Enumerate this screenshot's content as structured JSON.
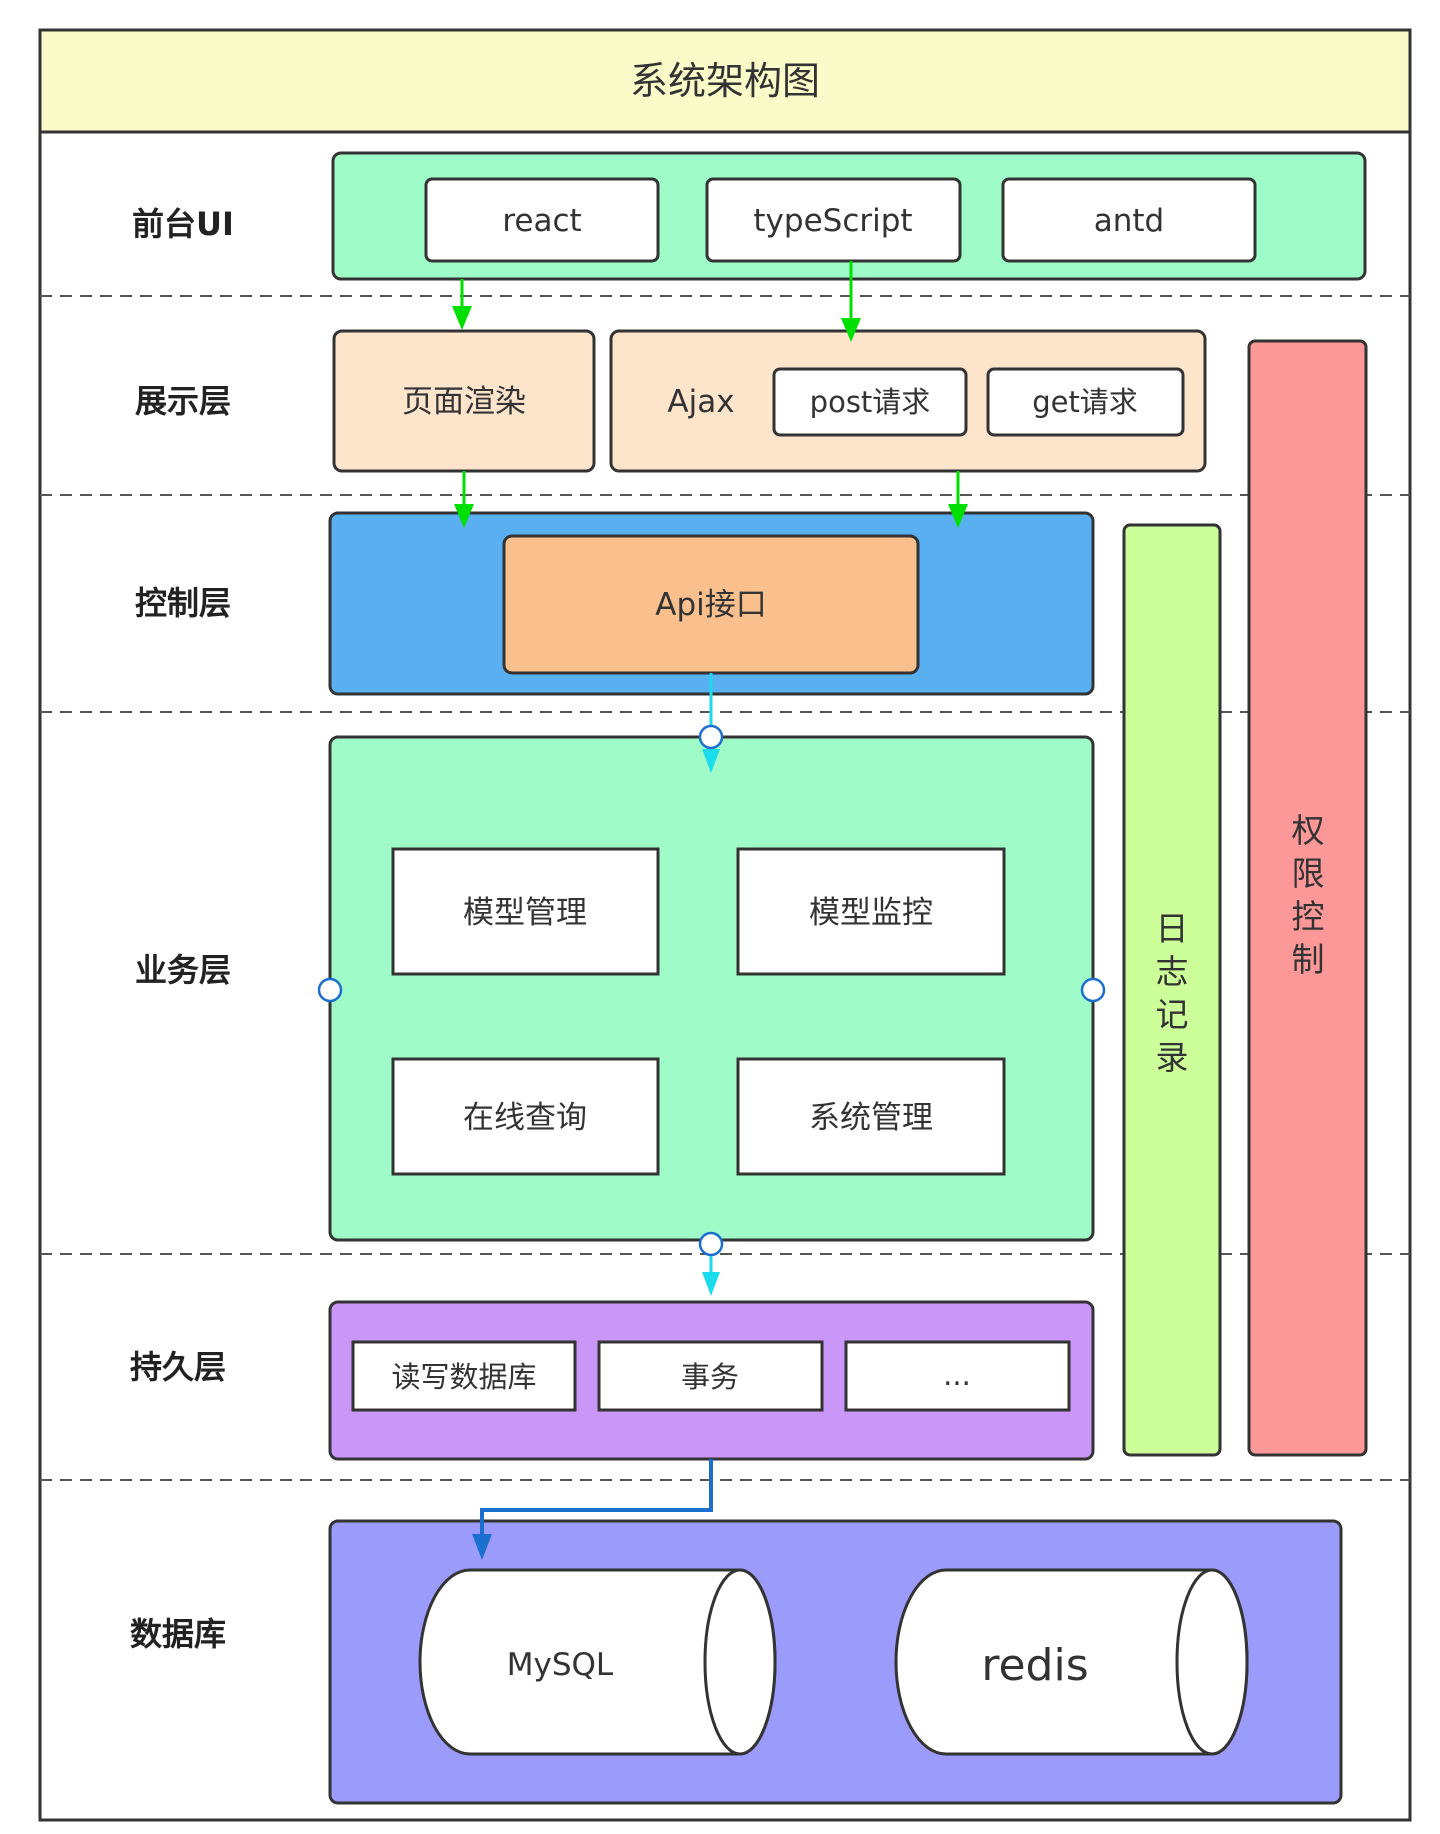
{
  "title": "系统架构图",
  "layers": {
    "frontend": "前台UI",
    "presentation": "展示层",
    "control": "控制层",
    "business": "业务层",
    "persistence": "持久层",
    "database": "数据库"
  },
  "frontend": {
    "react": "react",
    "typescript": "typeScript",
    "antd": "antd"
  },
  "presentation": {
    "render": "页面渲染",
    "ajax": "Ajax",
    "post": "post请求",
    "get": "get请求"
  },
  "control": {
    "api": "Api接口"
  },
  "business": {
    "model_manage": "模型管理",
    "model_monitor": "模型监控",
    "online_query": "在线查询",
    "system_manage": "系统管理"
  },
  "persistence": {
    "readwrite": "读写数据库",
    "transaction": "事务",
    "more": "..."
  },
  "database": {
    "mysql": "MySQL",
    "redis": "redis"
  },
  "side": {
    "log": [
      "日",
      "志",
      "记",
      "录"
    ],
    "permission": [
      "权",
      "限",
      "控",
      "制"
    ]
  },
  "colors": {
    "header": "#fafbc8",
    "frontend": "#9ffcc9",
    "presentation": "#fde5cc",
    "control": "#5aaff0",
    "api": "#f9c08d",
    "business": "#9ffcc9",
    "persistence": "#c997f8",
    "database": "#9b9bfb",
    "log": "#ccfe99",
    "permission": "#fd9898",
    "arrow_green": "#00e000",
    "arrow_cyan": "#1bdcec",
    "arrow_blue": "#1b6fce"
  }
}
